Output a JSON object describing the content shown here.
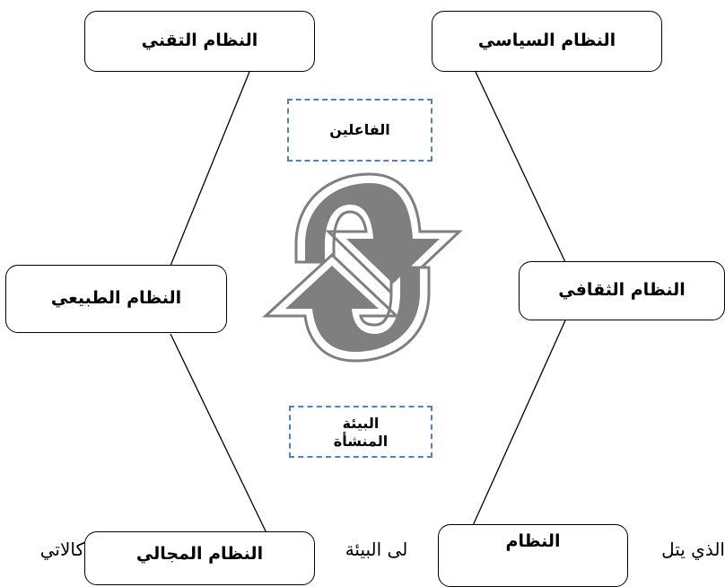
{
  "systems": {
    "political": "النظام السياسي",
    "technical": "النظام التقني",
    "natural": "النظام الطبيعي",
    "cultural": "النظام الثقافي",
    "spatial": "النظام المجالي",
    "bottom_partial": "النظام"
  },
  "center": {
    "actors": "الفاعلين",
    "environment": "البيئة المنشأة"
  },
  "background_text": {
    "left": "كالاتي",
    "middle": "لى البيئة",
    "right": "الذي يتل"
  },
  "colors": {
    "dashed_border": "#4f81bd",
    "arrow_fill": "#7f7f7f",
    "arrow_outline": "#7f7f7f"
  }
}
